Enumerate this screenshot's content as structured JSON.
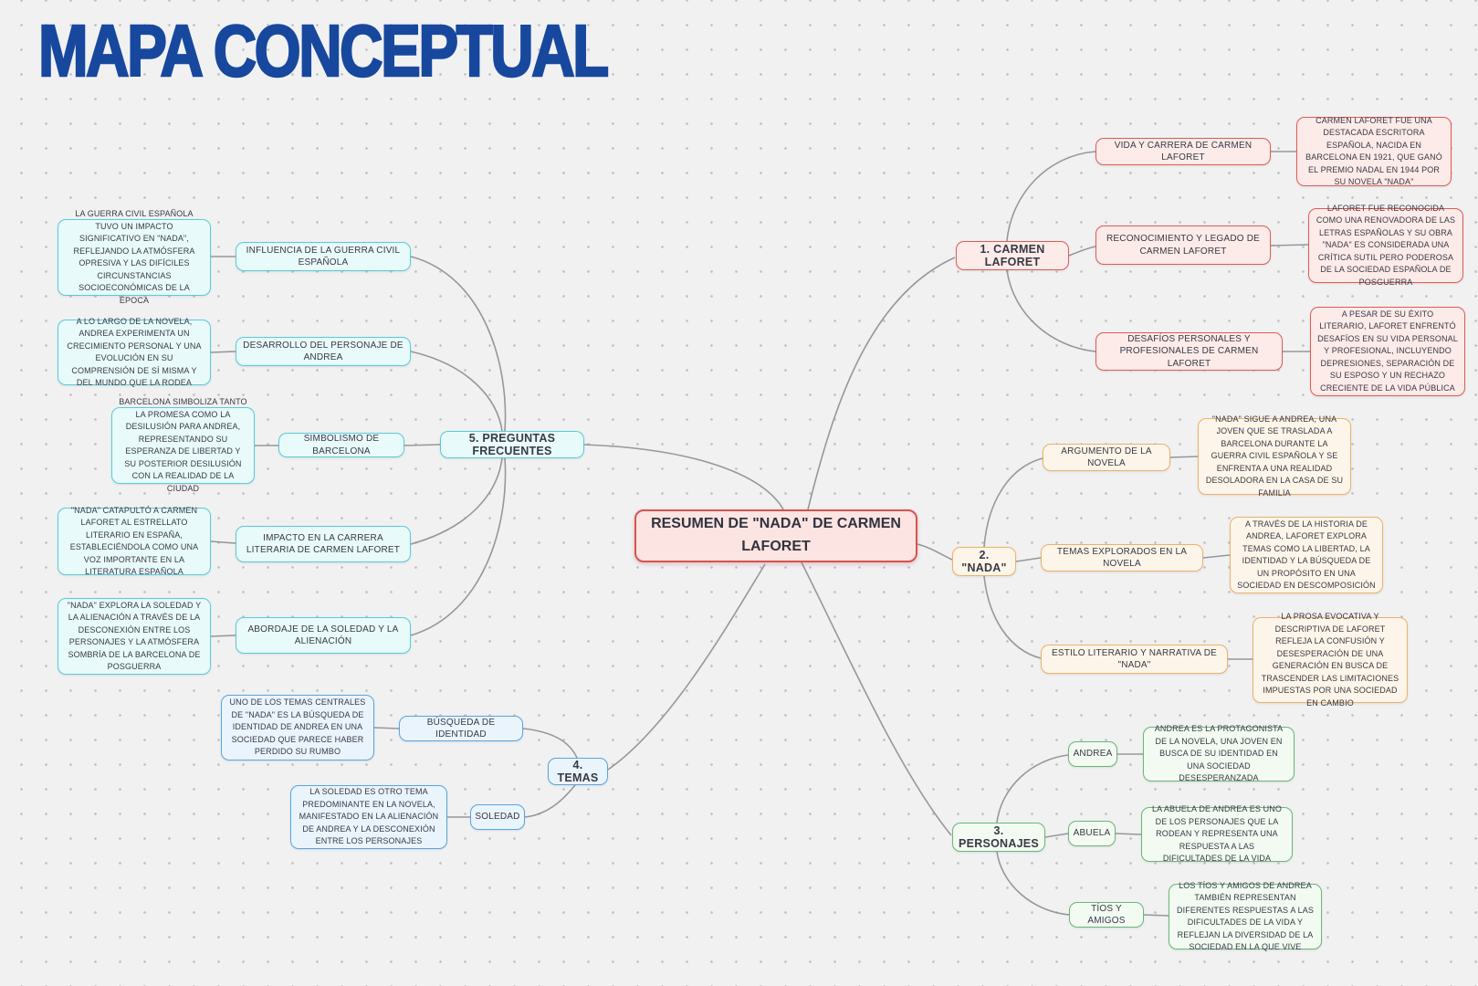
{
  "title": "MAPA CONCEPTUAL",
  "colors": {
    "title_blue": "#17489e",
    "background": "#f1f1f2",
    "connector_gray": "#97979c",
    "center_border": "#d9534c",
    "center_background": "#fbe4e2",
    "branch_coral": "#e15b52",
    "branch_orange": "#ecb26a",
    "branch_green": "#69b877",
    "branch_blue": "#58a6e0",
    "branch_cyan": "#57cdd6"
  },
  "center": {
    "label": "RESUMEN DE \"NADA\" DE CARMEN LAFORET"
  },
  "branches": [
    {
      "label": "1. CARMEN LAFORET",
      "children": [
        {
          "label": "VIDA Y CARRERA DE CARMEN LAFORET",
          "detail": "CARMEN LAFORET FUE UNA DESTACADA ESCRITORA ESPAÑOLA, NACIDA EN BARCELONA EN 1921, QUE GANÓ EL PREMIO NADAL EN 1944 POR SU NOVELA \"NADA\""
        },
        {
          "label": "RECONOCIMIENTO Y LEGADO DE CARMEN LAFORET",
          "detail": "LAFORET FUE RECONOCIDA COMO UNA RENOVADORA DE LAS LETRAS ESPAÑOLAS Y SU OBRA \"NADA\" ES CONSIDERADA UNA CRÍTICA SUTIL PERO PODEROSA DE LA SOCIEDAD ESPAÑOLA DE POSGUERRA"
        },
        {
          "label": "DESAFÍOS PERSONALES Y PROFESIONALES DE CARMEN LAFORET",
          "detail": "A PESAR DE SU ÉXITO LITERARIO, LAFORET ENFRENTÓ DESAFÍOS EN SU VIDA PERSONAL Y PROFESIONAL, INCLUYENDO DEPRESIONES, SEPARACIÓN DE SU ESPOSO Y UN RECHAZO CRECIENTE DE LA VIDA PÚBLICA"
        }
      ]
    },
    {
      "label": "2. \"NADA\"",
      "children": [
        {
          "label": "ARGUMENTO DE LA NOVELA",
          "detail": "\"NADA\" SIGUE A ANDREA, UNA JOVEN QUE SE TRASLADA A BARCELONA DURANTE LA GUERRA CIVIL ESPAÑOLA Y SE ENFRENTA A UNA REALIDAD DESOLADORA EN LA CASA DE SU FAMILIA"
        },
        {
          "label": "TEMAS EXPLORADOS EN LA NOVELA",
          "detail": "A TRAVÉS DE LA HISTORIA DE ANDREA, LAFORET EXPLORA TEMAS COMO LA LIBERTAD, LA IDENTIDAD Y LA BÚSQUEDA DE UN PROPÓSITO EN UNA SOCIEDAD EN DESCOMPOSICIÓN"
        },
        {
          "label": "ESTILO LITERARIO Y NARRATIVA DE \"NADA\"",
          "detail": "LA PROSA EVOCATIVA Y DESCRIPTIVA DE LAFORET REFLEJA LA CONFUSIÓN Y DESESPERACIÓN DE UNA GENERACIÓN EN BUSCA DE TRASCENDER LAS LIMITACIONES IMPUESTAS POR UNA SOCIEDAD EN CAMBIO"
        }
      ]
    },
    {
      "label": "3. PERSONAJES",
      "children": [
        {
          "label": "ANDREA",
          "detail": "ANDREA ES LA PROTAGONISTA DE LA NOVELA, UNA JOVEN EN BUSCA DE SU IDENTIDAD EN UNA SOCIEDAD DESESPERANZADA"
        },
        {
          "label": "ABUELA",
          "detail": "LA ABUELA DE ANDREA ES UNO DE LOS PERSONAJES QUE LA RODEAN Y REPRESENTA UNA RESPUESTA A LAS DIFICULTADES DE LA VIDA"
        },
        {
          "label": "TÍOS Y AMIGOS",
          "detail": "LOS TÍOS Y AMIGOS DE ANDREA TAMBIÉN REPRESENTAN DIFERENTES RESPUESTAS A LAS DIFICULTADES DE LA VIDA Y REFLEJAN LA DIVERSIDAD DE LA SOCIEDAD EN LA QUE VIVE"
        }
      ]
    },
    {
      "label": "4. TEMAS",
      "children": [
        {
          "label": "BÚSQUEDA DE IDENTIDAD",
          "detail": "UNO DE LOS TEMAS CENTRALES DE \"NADA\" ES LA BÚSQUEDA DE IDENTIDAD DE ANDREA EN UNA SOCIEDAD QUE PARECE HABER PERDIDO SU RUMBO"
        },
        {
          "label": "SOLEDAD",
          "detail": "LA SOLEDAD ES OTRO TEMA PREDOMINANTE EN LA NOVELA, MANIFESTADO EN LA ALIENACIÓN DE ANDREA Y LA DESCONEXIÓN ENTRE LOS PERSONAJES"
        }
      ]
    },
    {
      "label": "5. PREGUNTAS FRECUENTES",
      "children": [
        {
          "label": "INFLUENCIA DE LA GUERRA CIVIL ESPAÑOLA",
          "detail": "LA GUERRA CIVIL ESPAÑOLA TUVO UN IMPACTO SIGNIFICATIVO EN \"NADA\", REFLEJANDO LA ATMÓSFERA OPRESIVA Y LAS DIFÍCILES CIRCUNSTANCIAS SOCIOECONÓMICAS DE LA ÉPOCA"
        },
        {
          "label": "DESARROLLO DEL PERSONAJE DE ANDREA",
          "detail": "A LO LARGO DE LA NOVELA, ANDREA EXPERIMENTA UN CRECIMIENTO PERSONAL Y UNA EVOLUCIÓN EN SU COMPRENSIÓN DE SÍ MISMA Y DEL MUNDO QUE LA RODEA"
        },
        {
          "label": "SIMBOLISMO DE BARCELONA",
          "detail": "BARCELONA SIMBOLIZA TANTO LA PROMESA COMO LA DESILUSIÓN PARA ANDREA, REPRESENTANDO SU ESPERANZA DE LIBERTAD Y SU POSTERIOR DESILUSIÓN CON LA REALIDAD DE LA CIUDAD"
        },
        {
          "label": "IMPACTO EN LA CARRERA LITERARIA DE CARMEN LAFORET",
          "detail": "\"NADA\" CATAPULTÓ A CARMEN LAFORET AL ESTRELLATO LITERARIO EN ESPAÑA, ESTABLECIÉNDOLA COMO UNA VOZ IMPORTANTE EN LA LITERATURA ESPAÑOLA"
        },
        {
          "label": "ABORDAJE DE LA SOLEDAD Y LA ALIENACIÓN",
          "detail": "\"NADA\" EXPLORA LA SOLEDAD Y LA ALIENACIÓN A TRAVÉS DE LA DESCONEXIÓN ENTRE LOS PERSONAJES Y LA ATMÓSFERA SOMBRÍA DE LA BARCELONA DE POSGUERRA"
        }
      ]
    }
  ]
}
